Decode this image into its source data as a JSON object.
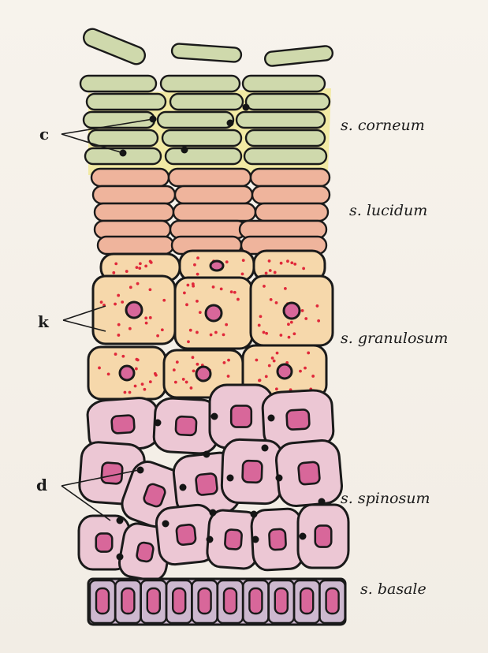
{
  "layers": {
    "corneum": "s. corneum",
    "lucidum": "s. lucidum",
    "granulosum": "s. granulosum",
    "spinosum": "s. spinosum",
    "basale": "s. basale"
  },
  "markers": {
    "c": "c",
    "k": "k",
    "d": "d"
  },
  "colors": {
    "ink": "#1a1a1a",
    "corneum_cell": "#cfd9ac",
    "corneum_highlight": "#efe36a",
    "lucidum_cell": "#efb49c",
    "granulosum_cell": "#f6d8ab",
    "granule_dot": "#e0283a",
    "spinosum_cell": "#ecc7d4",
    "nucleus": "#d8679a",
    "basale_cell": "#cdb8cf",
    "desmosome": "#151515"
  }
}
